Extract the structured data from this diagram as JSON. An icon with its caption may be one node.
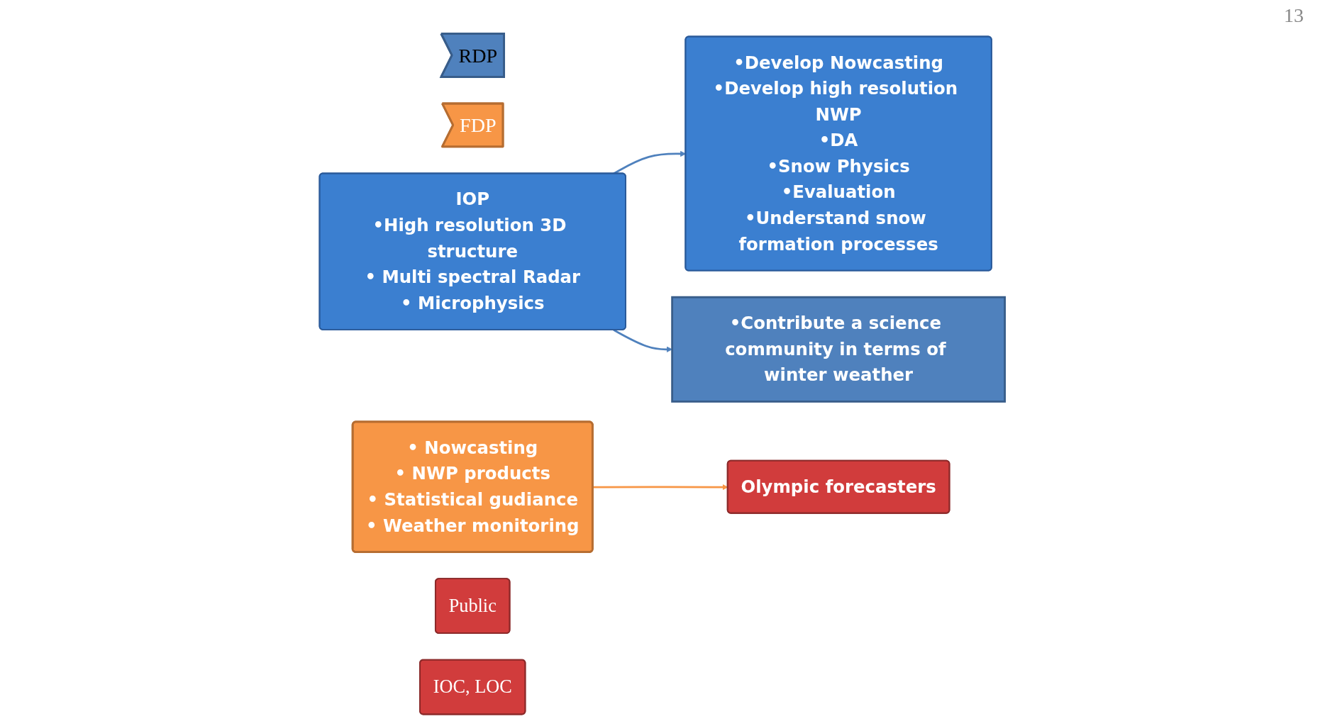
{
  "diagram": {
    "nodes": [
      {
        "text": [
          "RDP"
        ]
      },
      {
        "text": [
          "FDP"
        ]
      },
      {
        "text": [
          "IOP",
          "•High resolution 3D structure",
          "• Multi spectral Radar",
          "• Microphysics"
        ]
      },
      {
        "text": [
          "•Develop Nowcasting",
          "•Develop high resolution NWP",
          "•DA",
          "•Snow Physics",
          "•Evaluation",
          "•Understand snow formation processes"
        ]
      },
      {
        "text": [
          "• Nowcasting",
          "• NWP products",
          "• Statistical gudiance",
          "• Weather monitoring"
        ]
      },
      {
        "text": [
          "Public"
        ]
      },
      {
        "text": [
          "Olympic forecasters"
        ]
      },
      {
        "text": [
          "IOC, LOC"
        ]
      },
      {
        "text": [
          "•Contribute a science community in terms of winter weather"
        ]
      }
    ],
    "edges": [
      {
        "from": 2,
        "to": 3,
        "arrow": "to"
      },
      {
        "from": 2,
        "to": 8,
        "arrow": "to"
      },
      {
        "from": 4,
        "to": 6,
        "arrow": "to",
        "color": "#f79646"
      }
    ],
    "labels": [
      "13"
    ]
  }
}
